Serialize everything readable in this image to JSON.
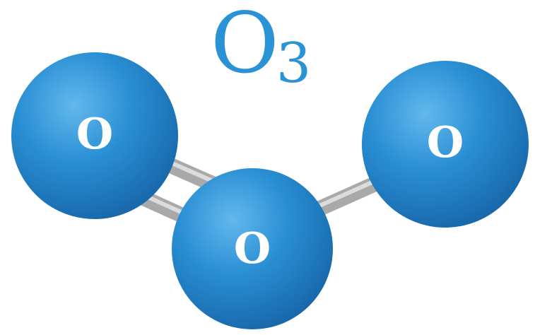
{
  "formula": {
    "symbol": "O",
    "subscript": "3"
  },
  "atoms": [
    {
      "label": "O"
    },
    {
      "label": "O"
    },
    {
      "label": "O"
    }
  ],
  "colors": {
    "atom": "#2a8fd4",
    "atom_highlight": "#5cb3ea",
    "atom_shadow": "#1664a6",
    "bond": "#b9b9b9",
    "text_formula": "#2a93d6",
    "text_atom": "#ffffff"
  }
}
